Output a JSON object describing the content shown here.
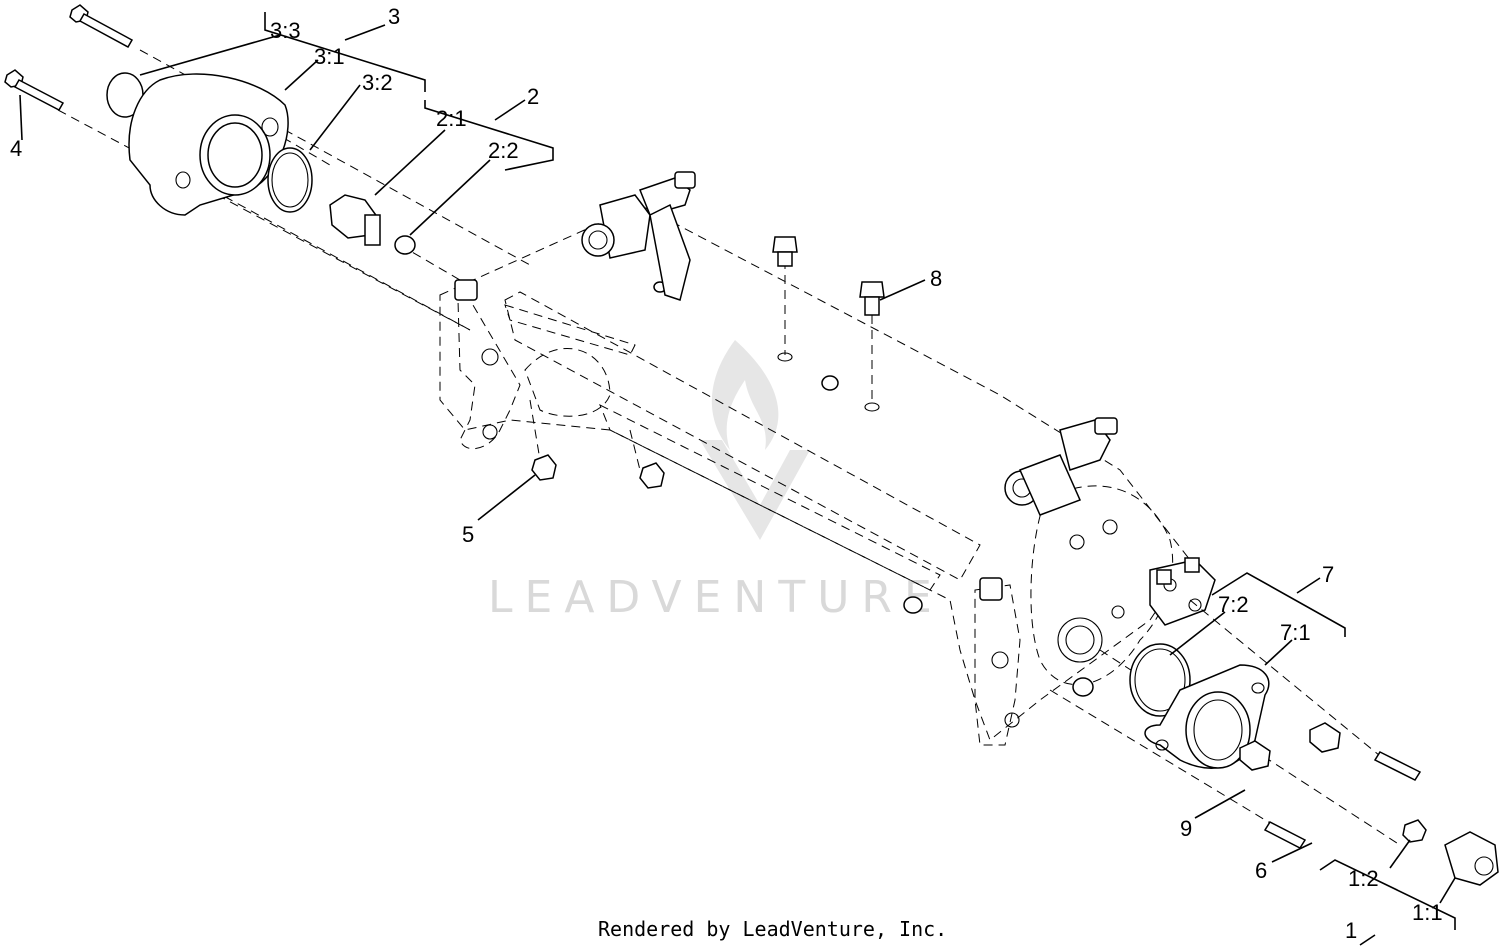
{
  "callouts": {
    "c1": "1",
    "c1_1": "1:1",
    "c1_2": "1:2",
    "c2": "2",
    "c2_1": "2:1",
    "c2_2": "2:2",
    "c3": "3",
    "c3_1": "3:1",
    "c3_2": "3:2",
    "c3_3": "3:3",
    "c4": "4",
    "c5": "5",
    "c6": "6",
    "c7": "7",
    "c7_1": "7:1",
    "c7_2": "7:2",
    "c8": "8",
    "c9": "9"
  },
  "watermark": "LEADVENTURE",
  "footer": "Rendered by LeadVenture, Inc."
}
